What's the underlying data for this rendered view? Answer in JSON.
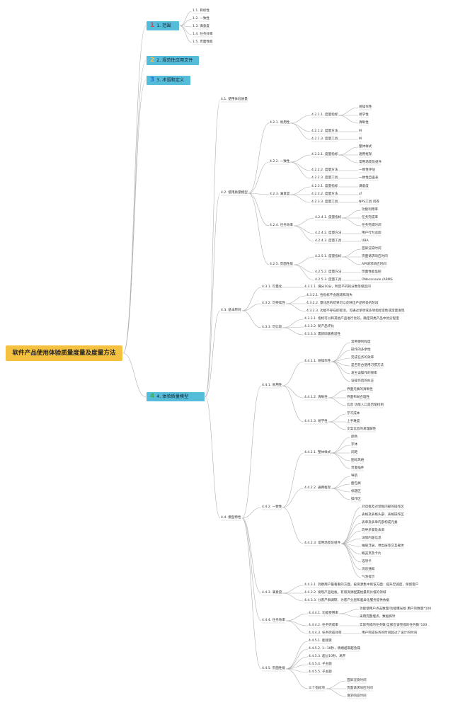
{
  "title": "软件产品使用体验质量度量及度量方法",
  "colors": {
    "root_bg": "#f5c141",
    "section_bg": "#55bcd9",
    "line": "#b0b0b0",
    "num1": "#e8434a",
    "num2": "#f5c141",
    "num3": "#2b6fdc",
    "num4": "#3fb04b"
  },
  "sections": [
    {
      "num": "1",
      "label": "1. 范围"
    },
    {
      "num": "2",
      "label": "2. 规范性应用文件"
    },
    {
      "num": "3",
      "label": "3. 术语和定义"
    },
    {
      "num": "4",
      "label": "4. 体验质量模型"
    }
  ],
  "nodes": {
    "s1_1": "1.1. 目标性",
    "s1_2": "1.2. 一致性",
    "s1_3": "1.3. 满意度",
    "s1_4": "1.4. 任务效率",
    "s1_5": "1.5. 页面性能",
    "s4_1": "4.1. 使用体验质量",
    "s4_2": "4.2. 使用质量模型",
    "s4_2_1": "4.2.1. 易用性",
    "s4_2_1_1": "4.2.1.1. 度量指标",
    "s4_2_1_1_a": "易操作性",
    "s4_2_1_1_b": "易学性",
    "s4_2_1_1_c": "清晰性",
    "s4_2_1_2": "4.2.1.2. 度量方法",
    "s4_2_1_2_v": "M",
    "s4_2_1_3": "4.2.1.3. 度量工具",
    "s4_2_1_3_v": "M",
    "s4_2_2": "4.2.2. 一致性",
    "s4_2_2_1": "4.2.2.1. 度量指标",
    "s4_2_2_1_a": "整体样式",
    "s4_2_2_1_b": "通用框架",
    "s4_2_2_1_c": "常用场景及组件",
    "s4_2_2_2": "4.2.2.2. 度量方法",
    "s4_2_2_2_v": "一致性评估",
    "s4_2_2_3": "4.2.2.3. 度量工具",
    "s4_2_2_3_v": "一致性自查表",
    "s4_2_3": "4.2.3. 满意度",
    "s4_2_3_1": "4.2.3.1. 度量指标",
    "s4_2_3_1_v": "满意度",
    "s4_2_3_2": "4.2.3.2. 度量方法",
    "s4_2_3_2_v": "sf",
    "s4_2_3_3": "4.2.3.3. 度量工具",
    "s4_2_3_3_v": "NPS工具 问卷",
    "s4_2_4": "4.2.4. 任务效率",
    "s4_2_4_1": "4.2.4.1. 度量指标",
    "s4_2_4_1_a": "功能利用率",
    "s4_2_4_1_b": "任务完成率",
    "s4_2_4_1_c": "任务完成时间",
    "s4_2_4_2": "4.2.4.2. 度量方法",
    "s4_2_4_2_v": "用户行为追踪",
    "s4_2_4_3": "4.2.4.3. 度量工具",
    "s4_2_4_3_v": "UBA",
    "s4_2_5": "4.2.5. 页面性能",
    "s4_2_5_1": "4.2.5.1. 度量指标",
    "s4_2_5_1_a": "首屏渲染时间",
    "s4_2_5_1_b": "页面请求响应时间",
    "s4_2_5_1_c": "API请求响应时间",
    "s4_2_5_2": "4.2.5.2. 度量方法",
    "s4_2_5_2_v": "页面性能监控",
    "s4_2_5_3": "4.2.5.3. 度量工具",
    "s4_2_5_3_v": "ONeconsole /ARMS",
    "s4_3": "4.3. 基本原则",
    "s4_3_1": "4.3.1. 可量化",
    "s4_3_1_1": "4.3.1.1. 满分10分，制定不同的分数等级区间",
    "s4_3_2": "4.3.2. 可持续性",
    "s4_3_2_1": "4.3.2.1. 各指标不会随减和消失",
    "s4_3_2_2": "4.3.2.2. 量化后的结果可以反映出产品所处的阶段",
    "s4_3_2_3": "4.3.2.3. 功能不存在即取消，可通过单项或多项指标定性或定量发现",
    "s4_3_3": "4.3.3. 可比较",
    "s4_3_3_1": "4.3.3.1. 指标可以和其他产品进行比较，确定同类产品中优劣程度",
    "s4_3_3_2": "4.3.3.2. 新产品评比",
    "s4_3_3_3": "4.3.3.3. 需新旧版看适性",
    "s4_4": "4.4. 模型特性",
    "s4_4_1": "4.4.1. 易用性",
    "s4_4_1_1": "4.4.1.1. 易操作性",
    "s4_4_1_1_a": "常用便利程度",
    "s4_4_1_1_b": "操作的多余性",
    "s4_4_1_1_c": "完成任务的效率",
    "s4_4_1_1_d": "是否符合使用习惯方法",
    "s4_4_1_1_e": "发生误操作的频率",
    "s4_4_1_1_f": "误操作后的纠正",
    "s4_4_1_2": "4.4.1.2. 清晰性",
    "s4_4_1_2_a": "界面元素的清晰性",
    "s4_4_1_2_b": "界面布局合理性",
    "s4_4_1_2_c": "信息 功能入口是否能找到",
    "s4_4_1_3": "4.4.1.3. 易学性",
    "s4_4_1_3_a": "学习成本",
    "s4_4_1_3_b": "上手难度",
    "s4_4_1_3_c": "文案信息的易理解性",
    "s4_4_2": "4.4.2. 一致性",
    "s4_4_2_1": "4.4.2.1. 整体样式",
    "s4_4_2_1_a": "颜色",
    "s4_4_2_1_b": "字体",
    "s4_4_2_1_c": "间距",
    "s4_4_2_1_d": "图标风格",
    "s4_4_2_1_e": "页面插件",
    "s4_4_2_2": "4.4.2.2. 通用框架",
    "s4_4_2_2_a": "导航",
    "s4_4_2_2_b": "面包屑",
    "s4_4_2_2_c": "标题区",
    "s4_4_2_2_d": "操作区",
    "s4_4_2_3": "4.4.2.3. 常用场景及组件",
    "s4_4_2_3_a": "对话框及对话框内部的操作区",
    "s4_4_2_3_b": "表格及表格头部、表格操作区",
    "s4_4_2_3_c": "表单及表单内部构成元素",
    "s4_4_2_3_d": "向导步骤及表单",
    "s4_4_2_3_e": "详情内容信息",
    "s4_4_2_3_f": "抽屉浮层、弹出层等交互载体",
    "s4_4_2_3_g": "概览页及卡片",
    "s4_4_2_3_h": "选项卡",
    "s4_4_2_3_i": "消息通知",
    "s4_4_2_3_j": "气泡提示",
    "s4_4_3": "4.4.3. 满意度",
    "s4_4_3_1": "4.4.3.1. 洞察用户最看重的方面，投资源集中到该方面：提升忠诚度，保留客户",
    "s4_4_3_2": "4.4.3.2. 发现产品短板，有限资源配置给最有价值的领域",
    "s4_4_3_3": "4.4.3.3. 分客户群调研，为客户分层和差异化服务提供依据",
    "s4_4_4": "4.4.4. 任务效率",
    "s4_4_4_1": "4.4.4.1. 功能使用率",
    "s4_4_4_1_a": "功能使用户点击数量/功能曝光给 用户的数量*100",
    "s4_4_4_1_b": "采用完整埋点，数据探针",
    "s4_4_4_2": "4.4.4.2. 任务完成率",
    "s4_4_4_2_a": "实际完成的任务数/全部应该完成的任务数*100",
    "s4_4_4_3": "4.4.4.3. 任务完成效率",
    "s4_4_4_3_a": "用户完成任务的时间超过了设计的时间",
    "s4_4_5": "4.4.5. 页面性能",
    "s4_4_5_1": "4.4.5.1. 能接受",
    "s4_4_5_2": "4.4.5.2. 1~10秒，情绪越来越急躁",
    "s4_4_5_3": "4.4.5.3. 超过10秒，离开",
    "s4_4_5_4": "4.4.5.4. 子主题",
    "s4_4_5_5": "4.4.5.5. 子主题",
    "s4_4_5_6": "三个指标项",
    "s4_4_5_6_a": "首屏渲染时间",
    "s4_4_5_6_b": "页面请求响应时间",
    "s4_4_5_6_c": "请求响应时间"
  }
}
